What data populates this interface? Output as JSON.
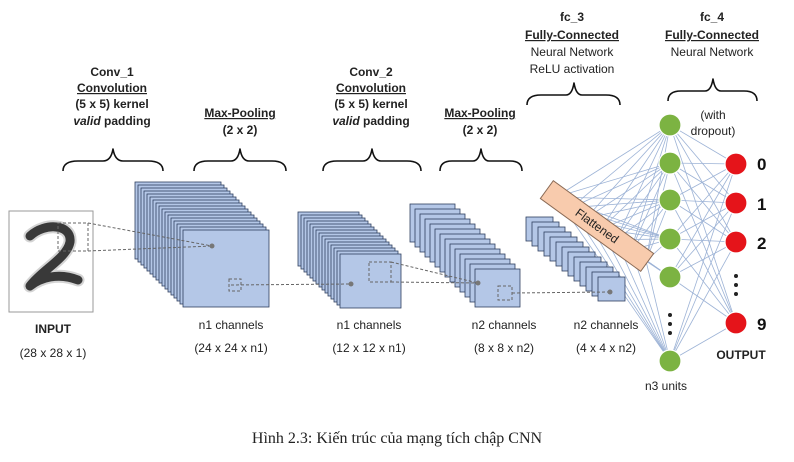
{
  "input": {
    "label": "INPUT",
    "dims": "(28 x 28 x 1)"
  },
  "conv1": {
    "name": "Conv_1",
    "type": "Convolution",
    "kernel": "(5 x 5) kernel",
    "padding_word": "valid",
    "padding_rest": " padding"
  },
  "pool1": {
    "name": "Max-Pooling",
    "size": "(2 x 2)"
  },
  "conv2": {
    "name": "Conv_2",
    "type": "Convolution",
    "kernel": "(5 x 5) kernel",
    "padding_word": "valid",
    "padding_rest": " padding"
  },
  "pool2": {
    "name": "Max-Pooling",
    "size": "(2 x 2)"
  },
  "fc3": {
    "name": "fc_3",
    "type": "Fully-Connected",
    "line1": "Neural Network",
    "line2": "ReLU activation"
  },
  "fc4": {
    "name": "fc_4",
    "type": "Fully-Connected",
    "line1": "Neural Network"
  },
  "stacks": [
    {
      "channels": "n1 channels",
      "dims": "(24 x 24 x n1)"
    },
    {
      "channels": "n1 channels",
      "dims": "(12 x 12 x n1)"
    },
    {
      "channels": "n2 channels",
      "dims": "(8 x 8 x n2)"
    },
    {
      "channels": "n2 channels",
      "dims": "(4 x 4 x n2)"
    }
  ],
  "flattened": "Flattened",
  "hidden": {
    "dropout_1": "(with",
    "dropout_2": "dropout)",
    "units": "n3 units"
  },
  "outputs": {
    "label": "OUTPUT",
    "digits": [
      "0",
      "1",
      "2",
      "9"
    ]
  },
  "caption": "Hình 2.3: Kiến trúc của mạng tích chập CNN",
  "colors": {
    "feature_map": "#b4c7e7",
    "feature_map_border": "#2f3f5f",
    "hidden_node": "#7cb342",
    "output_node": "#e5141a",
    "flattened_bar": "#f8cbad",
    "connection": "#9db3d6"
  }
}
